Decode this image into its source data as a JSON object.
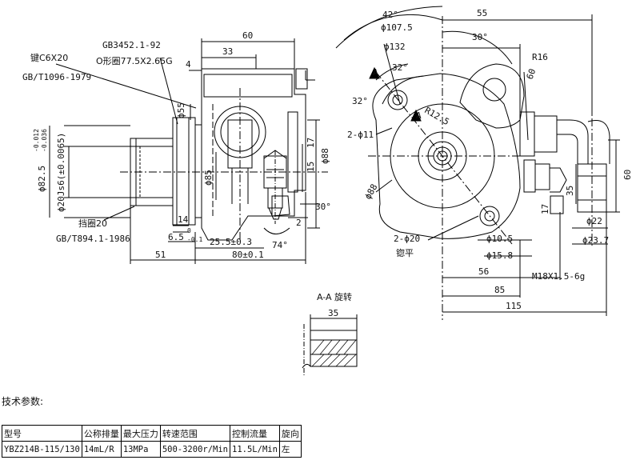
{
  "left_view": {
    "labels": {
      "key": "键C6X20",
      "key_std": "GB/T1096-1979",
      "oring_std": "GB3452.1-92",
      "oring": "O形圈77.5X2.65G",
      "circlip": "挡圈20",
      "circlip_std": "GB/T894.1-1986"
    },
    "dims": {
      "d60": "60",
      "d33": "33",
      "d4": "4",
      "phi55": "ϕ55",
      "phi82": "ϕ82.5",
      "tol82_up": "-0.012",
      "tol82_lo": "-0.036",
      "phi20": "ϕ20Js6(±0.0065)",
      "phi85": "ϕ85",
      "phi88": "ϕ88",
      "d17": "17",
      "d15": "15",
      "d30deg": "30°",
      "d2": "2",
      "d14": "14",
      "d65": "6.5",
      "tol65_up": "0",
      "tol65_lo": "-0.1",
      "d255": "25.5±0.3",
      "d74": "74°",
      "d51": "51",
      "d80": "80±0.1"
    }
  },
  "right_view": {
    "dims": {
      "a42": "42°",
      "phi107": "ϕ107.5",
      "d55": "55",
      "a30": "30°",
      "phi132": "ϕ132",
      "r16": "R16",
      "d60": "60",
      "a32a": "32°",
      "a32b": "32°",
      "sectA1": "A",
      "sectA2": "A",
      "r125": "R12.5",
      "holes11": "2-ϕ11",
      "phi88": "ϕ88",
      "d35": "35",
      "d60b": "60",
      "d17": "17",
      "phi22": "ϕ22",
      "holes20": "2-ϕ20",
      "spotface": "锪平",
      "phi105": "ϕ10.5",
      "phi237": "ϕ23.7",
      "phi158": "ϕ15.8",
      "d56": "56",
      "m18": "M18X1.5-6g",
      "d85": "85",
      "d115": "115"
    }
  },
  "section_view": {
    "title": "A-A 旋转",
    "d35": "35"
  },
  "tech_params": {
    "heading": "技术参数:",
    "headers": [
      "型号",
      "公称排量",
      "最大压力",
      "转速范围",
      "控制流量",
      "旋向"
    ],
    "values": [
      "YBZ214B-115/130",
      "14mL/R",
      "13MPa",
      "500-3200r/Min",
      "11.5L/Min",
      "左"
    ]
  }
}
